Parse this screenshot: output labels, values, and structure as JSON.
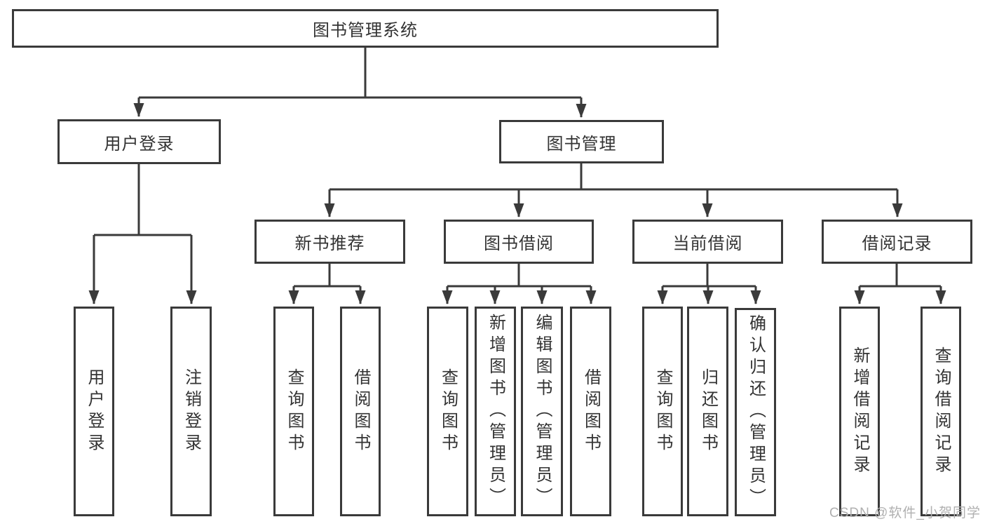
{
  "tree": {
    "label": "图书管理系统",
    "children": [
      {
        "label": "用户登录",
        "children": [
          {
            "label": "用户登录"
          },
          {
            "label": "注销登录"
          }
        ]
      },
      {
        "label": "图书管理",
        "children": [
          {
            "label": "新书推荐",
            "children": [
              {
                "label": "查询图书"
              },
              {
                "label": "借阅图书"
              }
            ]
          },
          {
            "label": "图书借阅",
            "children": [
              {
                "label": "查询图书"
              },
              {
                "label": "新增图书（管理员）"
              },
              {
                "label": "编辑图书（管理员）"
              },
              {
                "label": "借阅图书"
              }
            ]
          },
          {
            "label": "当前借阅",
            "children": [
              {
                "label": "查询图书"
              },
              {
                "label": "归还图书"
              },
              {
                "label": "确认归还（管理员）"
              }
            ]
          },
          {
            "label": "借阅记录",
            "children": [
              {
                "label": "新增借阅记录"
              },
              {
                "label": "查询借阅记录"
              }
            ]
          }
        ]
      }
    ]
  },
  "watermark": "CSDN @软件_小贺同学",
  "colors": {
    "line": "#3a3a3a",
    "text": "#333333",
    "background": "#ffffff",
    "watermark": "#b0b0b0"
  }
}
